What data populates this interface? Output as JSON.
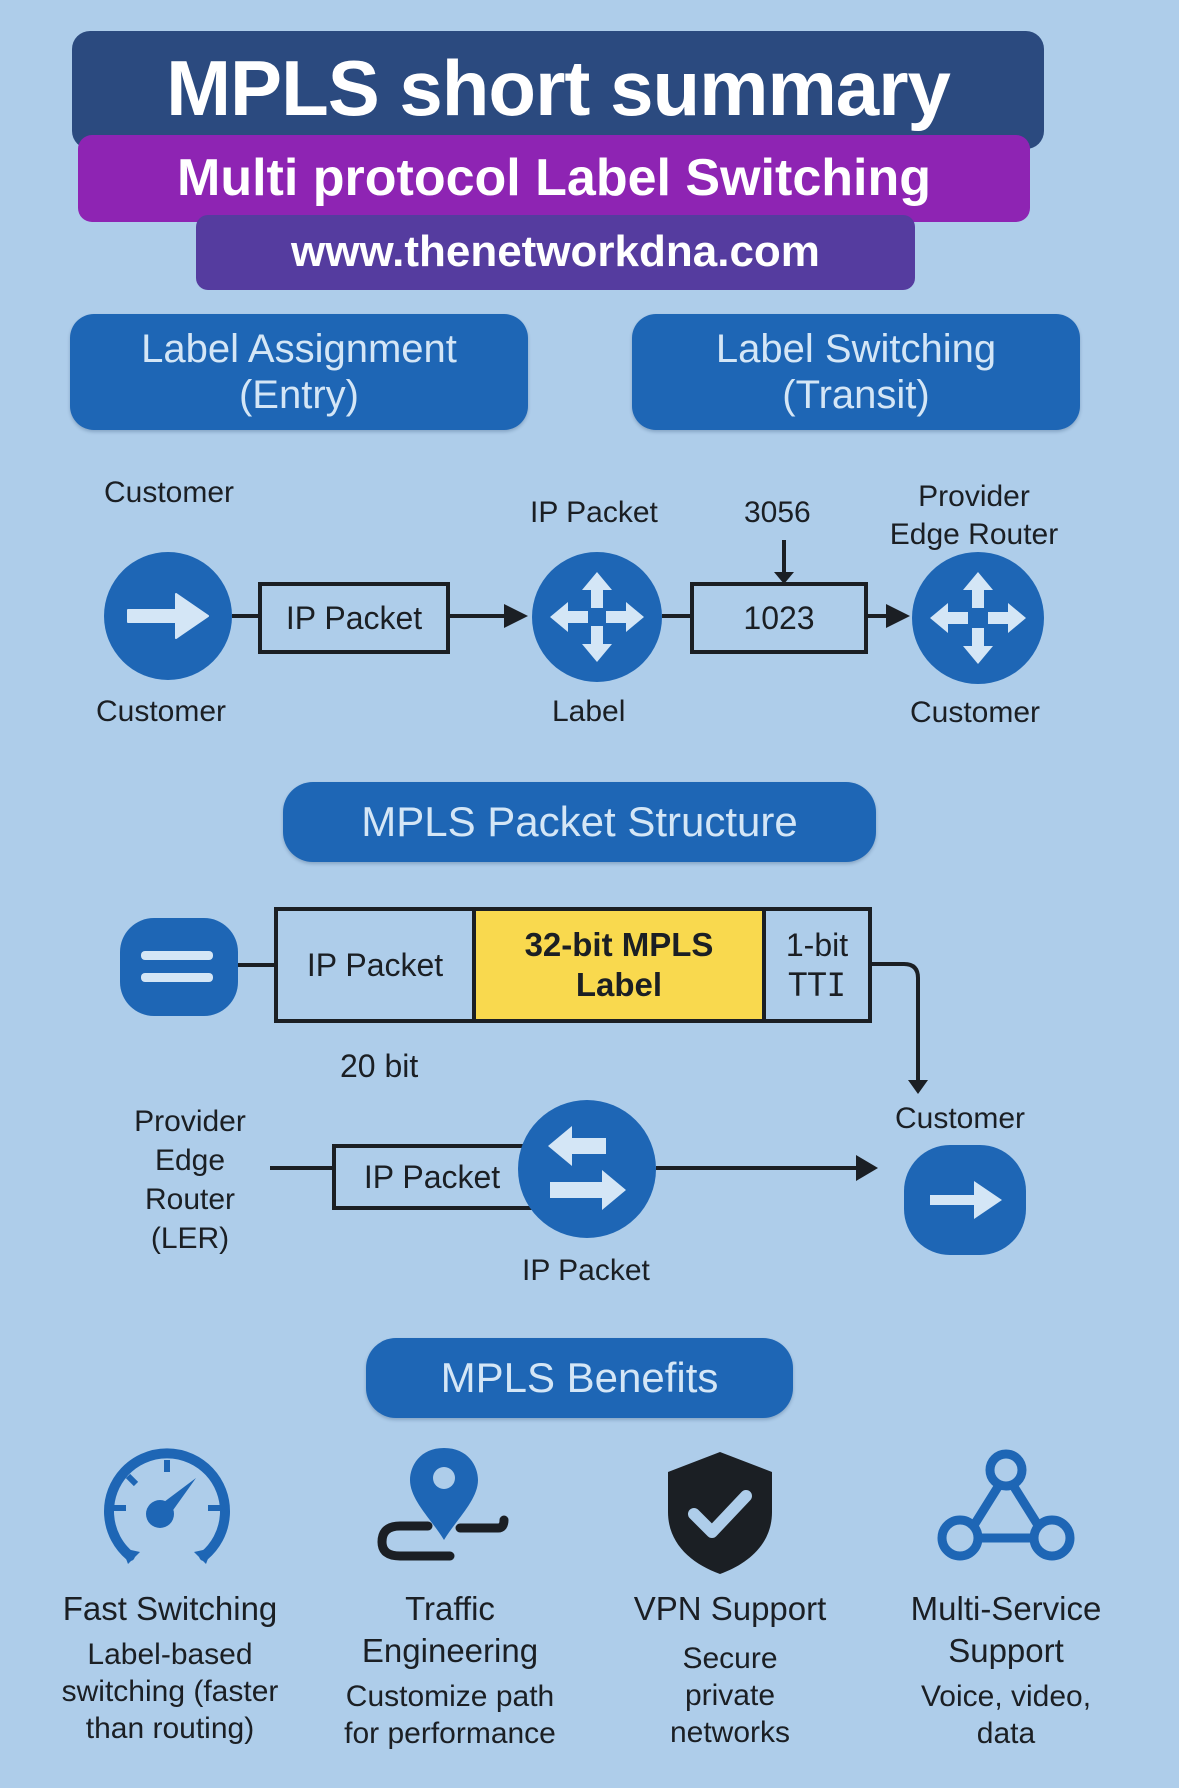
{
  "header": {
    "title": "MPLS short summary",
    "subtitle": "Multi protocol Label Switching",
    "website": "www.thenetworkdna.com"
  },
  "colors": {
    "background": "#aecdea",
    "title_bg": "#2b4a7f",
    "subtitle_bg": "#8e24b3",
    "website_bg": "#553c9f",
    "accent_blue": "#1e66b5",
    "label_highlight": "#f9d94e",
    "text_dark": "#1b1f24"
  },
  "sections": {
    "entry": {
      "line1": "Label Assignment",
      "line2": "(Entry)"
    },
    "transit": {
      "line1": "Label Switching",
      "line2": "(Transit)"
    },
    "structure": "MPLS Packet Structure",
    "benefits": "MPLS Benefits"
  },
  "flow": {
    "customer_top": "Customer",
    "customer_bottom": "Customer",
    "ip_packet_box": "IP Packet",
    "router1_top": "IP Packet",
    "router1_bottom": "Label",
    "label_in": "3056",
    "label_box": "1023",
    "router2_top_line1": "Provider",
    "router2_top_line2": "Edge Router",
    "router2_bottom": "Customer"
  },
  "packet_structure": {
    "fields": [
      {
        "label": "IP Packet"
      },
      {
        "label_line1": "32-bit MPLS",
        "label_line2": "Label"
      },
      {
        "label_line1": "1-bit",
        "label_line2": "TTI"
      }
    ],
    "bit_note": "20 bit",
    "ler_label": [
      "Provider",
      "Edge",
      "Router",
      "(LER)"
    ],
    "ip_packet_box": "IP Packet",
    "switch_bottom": "IP Packet",
    "customer_label": "Customer"
  },
  "benefits": [
    {
      "icon": "speedometer-icon",
      "title": "Fast Switching",
      "desc": [
        "Label-based",
        "switching (faster",
        "than routing)"
      ]
    },
    {
      "icon": "route-pin-icon",
      "title": [
        "Traffic",
        "Engineering"
      ],
      "desc": [
        "Customize path",
        "for performance"
      ]
    },
    {
      "icon": "shield-check-icon",
      "title": "VPN Support",
      "desc": [
        "Secure",
        "private",
        "networks"
      ]
    },
    {
      "icon": "network-triangle-icon",
      "title": [
        "Multi-Service",
        "Support"
      ],
      "desc": [
        "Voice, video,",
        "data"
      ]
    }
  ]
}
